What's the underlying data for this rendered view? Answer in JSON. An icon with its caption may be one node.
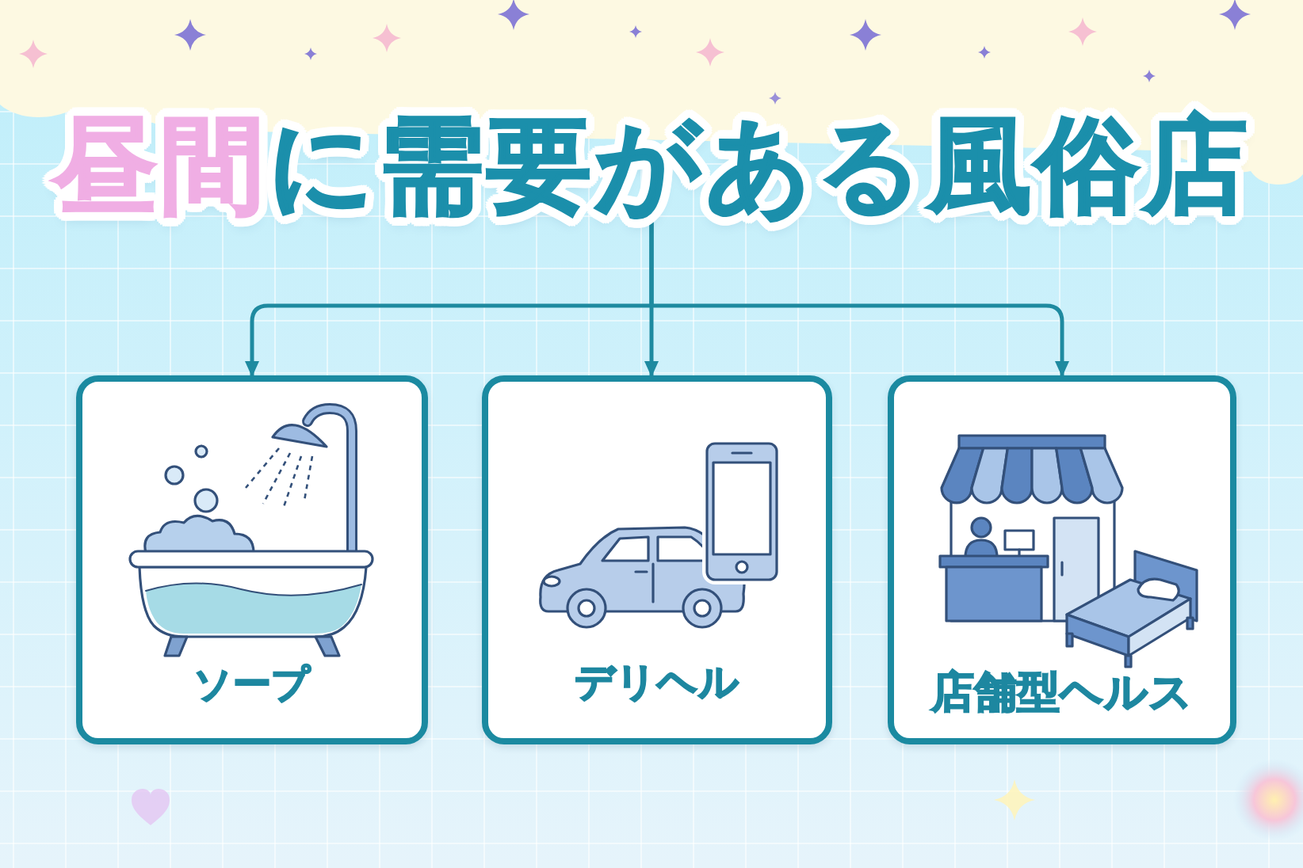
{
  "diagram": {
    "nodes": [
      {
        "text": [
          "**昼間**に需要がある風俗店"
        ]
      },
      {
        "text": [
          "ソープ"
        ]
      },
      {
        "text": [
          "デリヘル"
        ]
      },
      {
        "text": [
          "店舗型ヘルス"
        ]
      }
    ],
    "edges": [
      {
        "from": 0,
        "to": 1,
        "arrow": "to"
      },
      {
        "from": 0,
        "to": 2,
        "arrow": "to"
      },
      {
        "from": 0,
        "to": 3,
        "arrow": "to"
      }
    ]
  }
}
